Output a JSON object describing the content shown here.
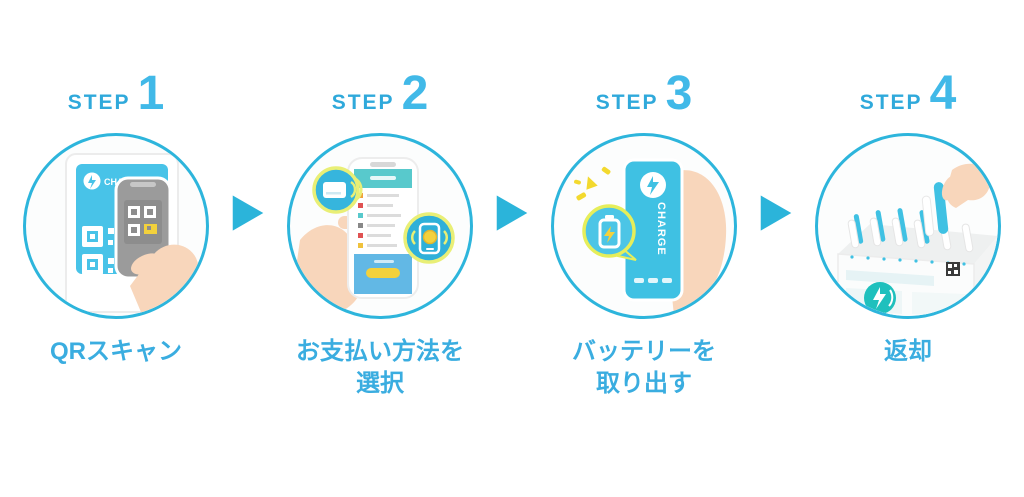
{
  "colors": {
    "accent_ring": "#2db5dc",
    "step_word_text": "#2fa9db",
    "step_number_text": "#41b9e8",
    "label_text": "#3aade0",
    "illustration_cyan": "#45c2e5",
    "station_teal": "#1fc0bd",
    "yellow": "#f3d13c",
    "badge_ring_yellow": "#e9ef76",
    "skin": "#f8d6bb",
    "phone_gray": "#9b9b9b"
  },
  "brand": {
    "name": "CHARGE"
  },
  "icons": {
    "arrow_glyph": "▶"
  },
  "steps": [
    {
      "word": "STEP",
      "number": "1",
      "label_line1": "QRスキャン",
      "label_line2": ""
    },
    {
      "word": "STEP",
      "number": "2",
      "label_line1": "お支払い方法を",
      "label_line2": "選択"
    },
    {
      "word": "STEP",
      "number": "3",
      "label_line1": "バッテリーを",
      "label_line2": "取り出す"
    },
    {
      "word": "STEP",
      "number": "4",
      "label_line1": "返却",
      "label_line2": ""
    }
  ]
}
